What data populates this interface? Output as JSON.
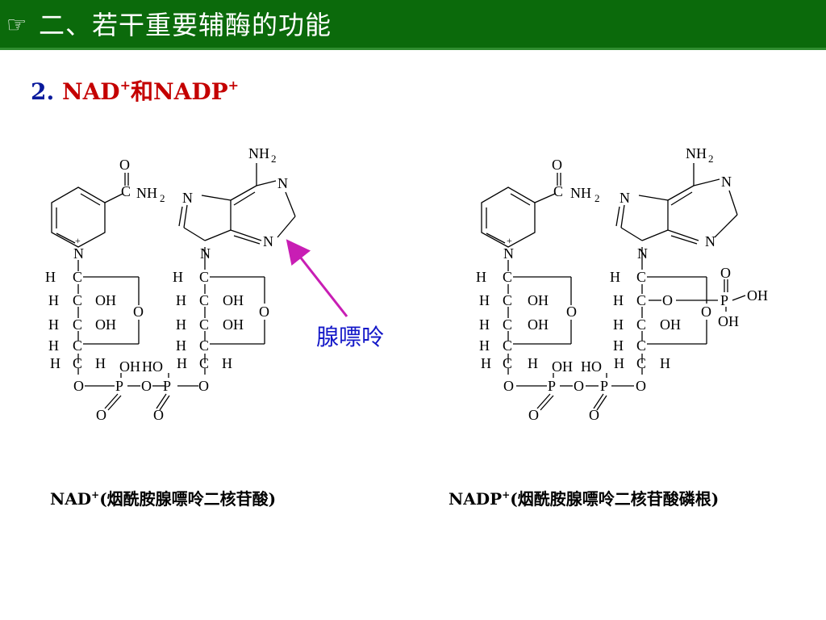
{
  "header": {
    "icon": "pointing-hand-icon",
    "icon_glyph": "☞",
    "title": "二、若干重要辅酶的功能"
  },
  "subheading": {
    "number": "2.",
    "nad": "NAD",
    "plus1": "+",
    "conj": "和",
    "nadp": "NADP",
    "plus2": "+"
  },
  "callout": {
    "label": "腺嘌呤",
    "arrow_color": "#c81eb4"
  },
  "captions": {
    "left": {
      "abbr": "NAD",
      "plus": "+",
      "name": "(烟酰胺腺嘌呤二核苷酸)"
    },
    "right": {
      "abbr": "NADP",
      "plus": "+",
      "name": "(烟酰胺腺嘌呤二核苷酸磷根)"
    }
  },
  "atoms": {
    "O": "O",
    "N": "N",
    "C": "C",
    "H": "H",
    "P": "P",
    "NH": "NH",
    "two": "2",
    "plus": "+",
    "OH": "OH",
    "HO": "HO"
  },
  "colors": {
    "header_bg": "#0b6a0b",
    "title_red": "#c40000",
    "title_blue": "#0a1a9c",
    "callout_blue": "#1418c8"
  }
}
